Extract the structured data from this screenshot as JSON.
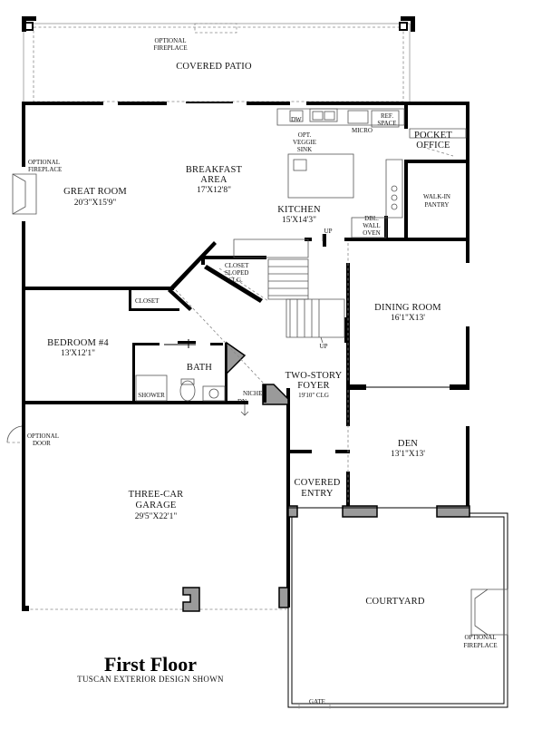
{
  "title": "First Floor",
  "subtitle": "TUSCAN EXTERIOR DESIGN SHOWN",
  "rooms": {
    "covered_patio": "COVERED PATIO",
    "optional_fireplace_patio": [
      "OPTIONAL",
      "FIREPLACE"
    ],
    "great_room": "GREAT ROOM",
    "great_room_dim": "20'3\"X15'9\"",
    "optional_fireplace_great": [
      "OPTIONAL",
      "FIREPLACE"
    ],
    "breakfast": [
      "BREAKFAST",
      "AREA"
    ],
    "breakfast_dim": "17'X12'8\"",
    "kitchen": "KITCHEN",
    "kitchen_dim": "15'X14'3\"",
    "veggie_sink": [
      "OPT.",
      "VEGGIE",
      "SINK"
    ],
    "dw": "DW",
    "micro": "MICRO",
    "ref_space": [
      "REF.",
      "SPACE"
    ],
    "pocket_office": [
      "POCKET",
      "OFFICE"
    ],
    "walk_in_pantry": [
      "WALK-IN",
      "PANTRY"
    ],
    "dbl_wall_oven": [
      "DBL.",
      "WALL",
      "OVEN"
    ],
    "up1": "UP",
    "up2": "UP",
    "closet_sloped": [
      "CLOSET",
      "SLOPED",
      "CLG."
    ],
    "closet": "CLOSET",
    "bedroom4": "BEDROOM #4",
    "bedroom4_dim": "13'X12'1\"",
    "bath": "BATH",
    "shower": "SHOWER",
    "dining_room": "DINING ROOM",
    "dining_dim": "16'1\"X13'",
    "foyer": [
      "TWO-STORY",
      "FOYER"
    ],
    "foyer_clg": "19'10\" CLG",
    "niche": "NICHE",
    "dn": "DN",
    "optional_door": [
      "OPTIONAL",
      "DOOR"
    ],
    "den": "DEN",
    "den_dim": "13'1\"X13'",
    "covered_entry": [
      "COVERED",
      "ENTRY"
    ],
    "garage": [
      "THREE-CAR",
      "GARAGE"
    ],
    "garage_dim": "29'5\"X22'1\"",
    "courtyard": "COURTYARD",
    "optional_fireplace_court": [
      "OPTIONAL",
      "FIREPLACE"
    ],
    "gate": "GATE"
  }
}
